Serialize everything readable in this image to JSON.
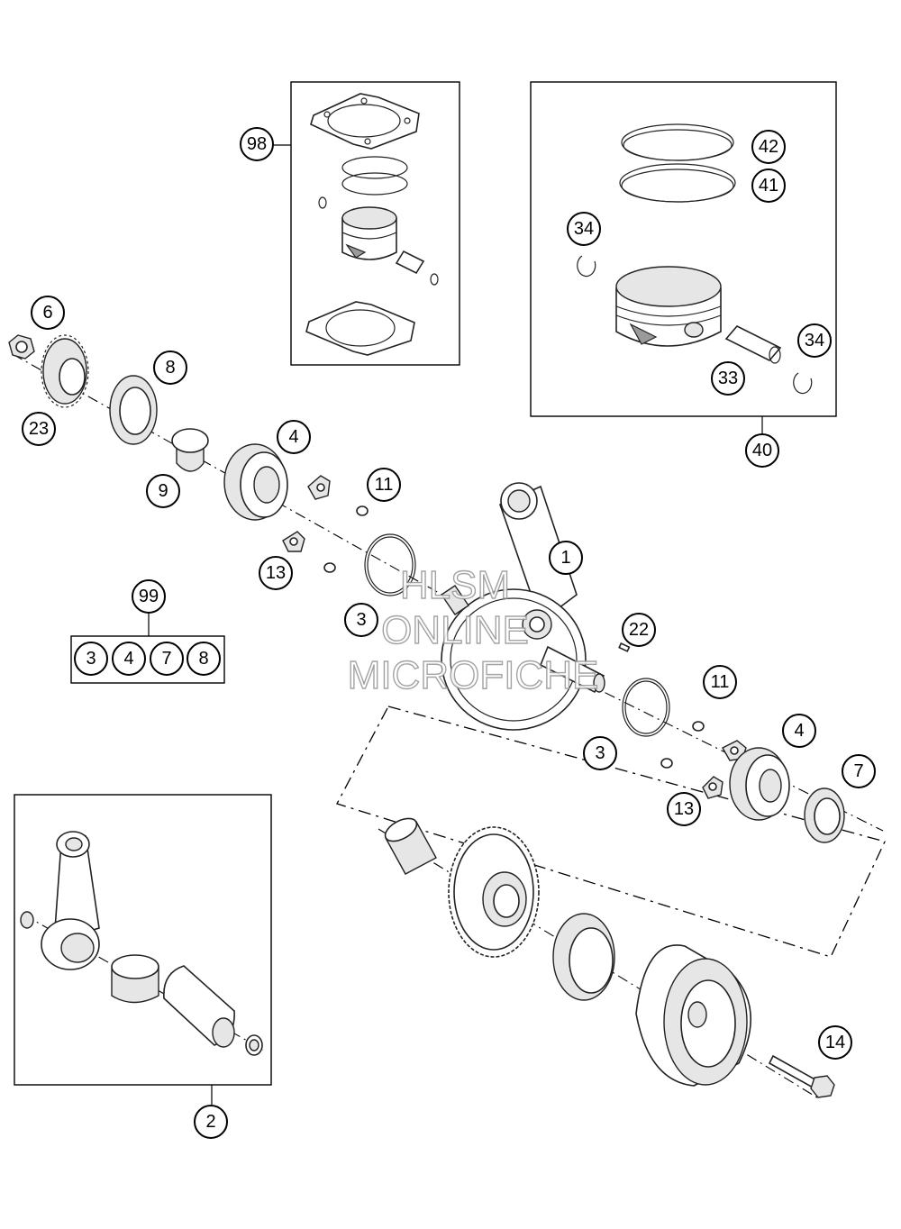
{
  "watermark": {
    "line1": "HLSM",
    "line2": "ONLINE",
    "line3": "MICROFICHE"
  },
  "callouts": {
    "c1": "1",
    "c2": "2",
    "c3a": "3",
    "c3b": "3",
    "c4a": "4",
    "c4b": "4",
    "c6": "6",
    "c7": "7",
    "c8": "8",
    "c9": "9",
    "c11a": "11",
    "c11b": "11",
    "c13a": "13",
    "c13b": "13",
    "c14": "14",
    "c22": "22",
    "c23": "23",
    "c33": "33",
    "c34a": "34",
    "c34b": "34",
    "c40": "40",
    "c41": "41",
    "c42": "42",
    "c98": "98",
    "c99": "99"
  },
  "kit99": [
    "3",
    "4",
    "7",
    "8"
  ]
}
